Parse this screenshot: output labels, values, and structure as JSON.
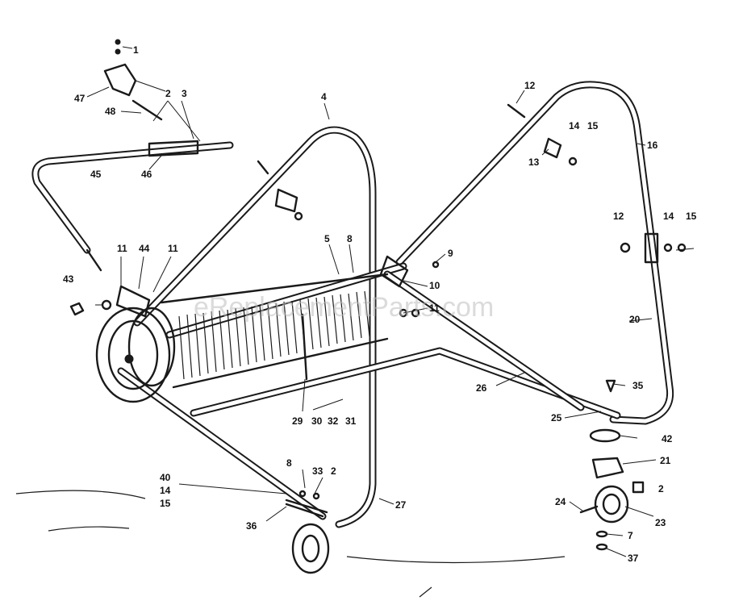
{
  "watermark": "eReplacementParts.com",
  "labels": {
    "l1": "1",
    "l2a": "2",
    "l3": "3",
    "l47": "47",
    "l48": "48",
    "l45": "45",
    "l46": "46",
    "l4": "4",
    "l5": "5",
    "l8a": "8",
    "l9": "9",
    "l10": "10",
    "l11a": "11",
    "l11b": "11",
    "l44": "44",
    "l11c": "11",
    "l43": "43",
    "l12a": "12",
    "l13": "13",
    "l14a": "14",
    "l15a": "15",
    "l16": "16",
    "l12b": "12",
    "l14b": "14",
    "l15b": "15",
    "l20": "20",
    "l35": "35",
    "l26": "26",
    "l25": "25",
    "l42": "42",
    "l21": "21",
    "l2b": "2",
    "l24": "24",
    "l23": "23",
    "l7": "7",
    "l37": "37",
    "l29": "29",
    "l30": "30",
    "l32": "32",
    "l31": "31",
    "l40": "40",
    "l14c": "14",
    "l15c": "15",
    "l8b": "8",
    "l33": "33",
    "l2c": "2",
    "l36": "36",
    "l27": "27"
  }
}
